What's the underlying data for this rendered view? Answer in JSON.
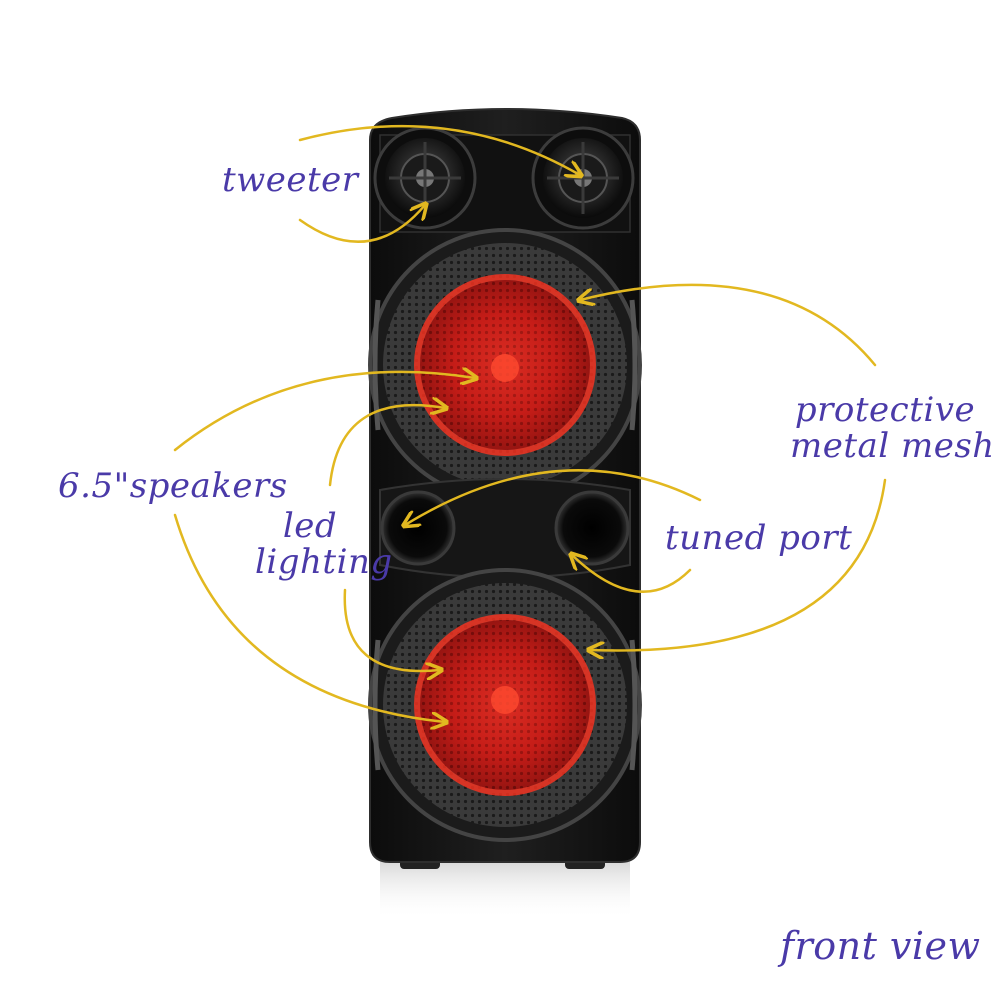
{
  "labels": {
    "tweeter": "tweeter",
    "speakers": "6.5\"speakers",
    "led_line1": "led",
    "led_line2": "lighting",
    "mesh_line1": "protective",
    "mesh_line2": "metal mesh",
    "port": "tuned port",
    "view": "front view"
  },
  "colors": {
    "label_text": "#4a3aa8",
    "arrow": "#e2b820",
    "cabinet": "#151515",
    "led_glow": "#e8201c"
  }
}
